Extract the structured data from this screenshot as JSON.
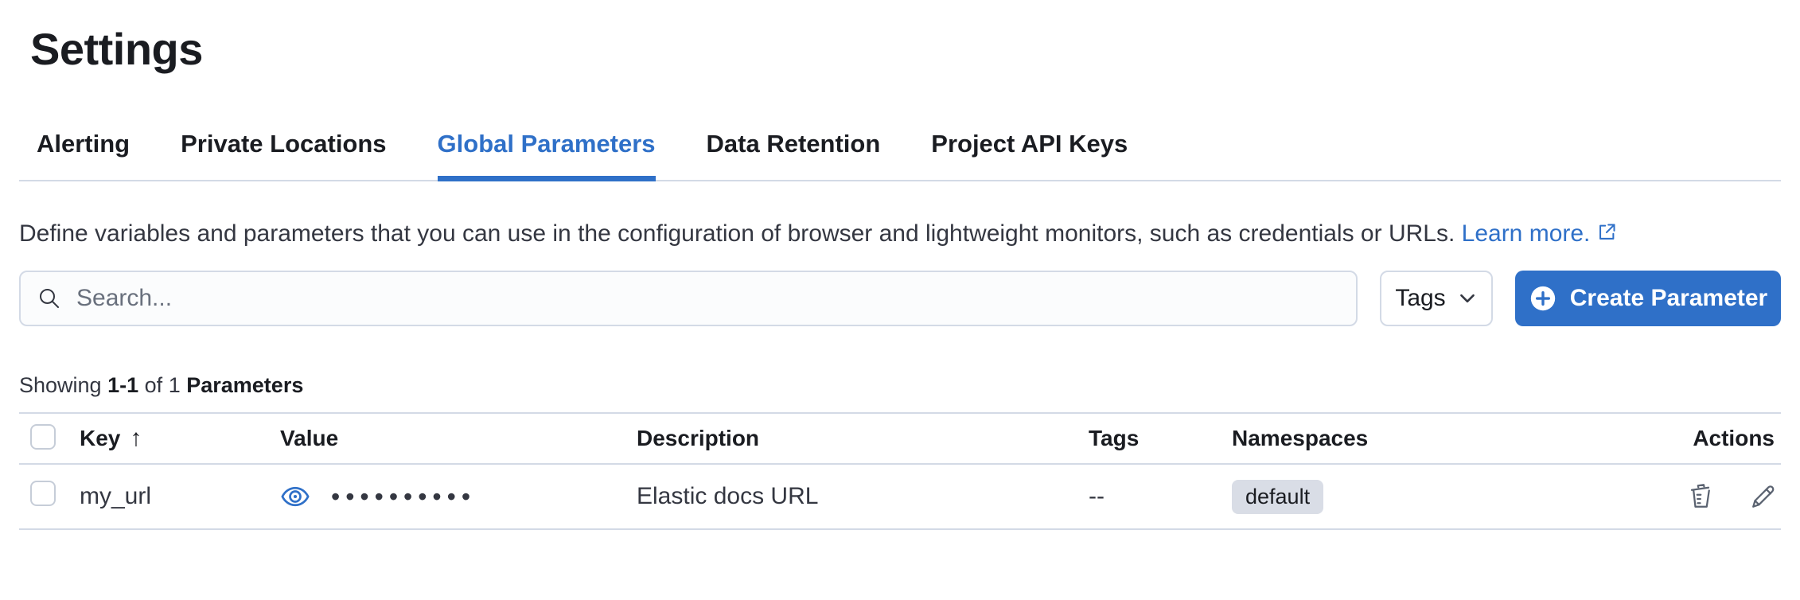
{
  "page": {
    "title": "Settings"
  },
  "tabs": [
    {
      "label": "Alerting",
      "active": false
    },
    {
      "label": "Private Locations",
      "active": false
    },
    {
      "label": "Global Parameters",
      "active": true
    },
    {
      "label": "Data Retention",
      "active": false
    },
    {
      "label": "Project API Keys",
      "active": false
    }
  ],
  "description": {
    "text": "Define variables and parameters that you can use in the configuration of browser and lightweight monitors, such as credentials or URLs.",
    "link_label": "Learn more.",
    "link_icon": "external-link-icon"
  },
  "toolbar": {
    "search_placeholder": "Search...",
    "search_icon": "search-icon",
    "tags_label": "Tags",
    "tags_icon": "chevron-down-icon",
    "create_label": "Create Parameter",
    "create_icon": "plus-in-circle-icon"
  },
  "summary": {
    "showing": "Showing",
    "range": "1-1",
    "of": "of",
    "total": "1",
    "entity": "Parameters"
  },
  "table": {
    "columns": {
      "key": "Key",
      "value": "Value",
      "description": "Description",
      "tags": "Tags",
      "namespaces": "Namespaces",
      "actions": "Actions"
    },
    "sort": {
      "column": "Key",
      "direction": "ascending",
      "arrow": "↑"
    },
    "rows": [
      {
        "key": "my_url",
        "value_masked": "••••••••••",
        "value_icon": "eye-icon",
        "description": "Elastic docs URL",
        "tags": "--",
        "namespace": "default",
        "action_icons": [
          "trash-icon",
          "pencil-icon"
        ]
      }
    ]
  },
  "colors": {
    "accent": "#2F70C8",
    "text": "#343741",
    "heading": "#1A1C21",
    "subdued": "#69707D",
    "border": "#D3DAE6",
    "badge_bg": "#D9DDE6",
    "search_bg": "#FBFCFD",
    "icon_gray": "#5A6270"
  }
}
